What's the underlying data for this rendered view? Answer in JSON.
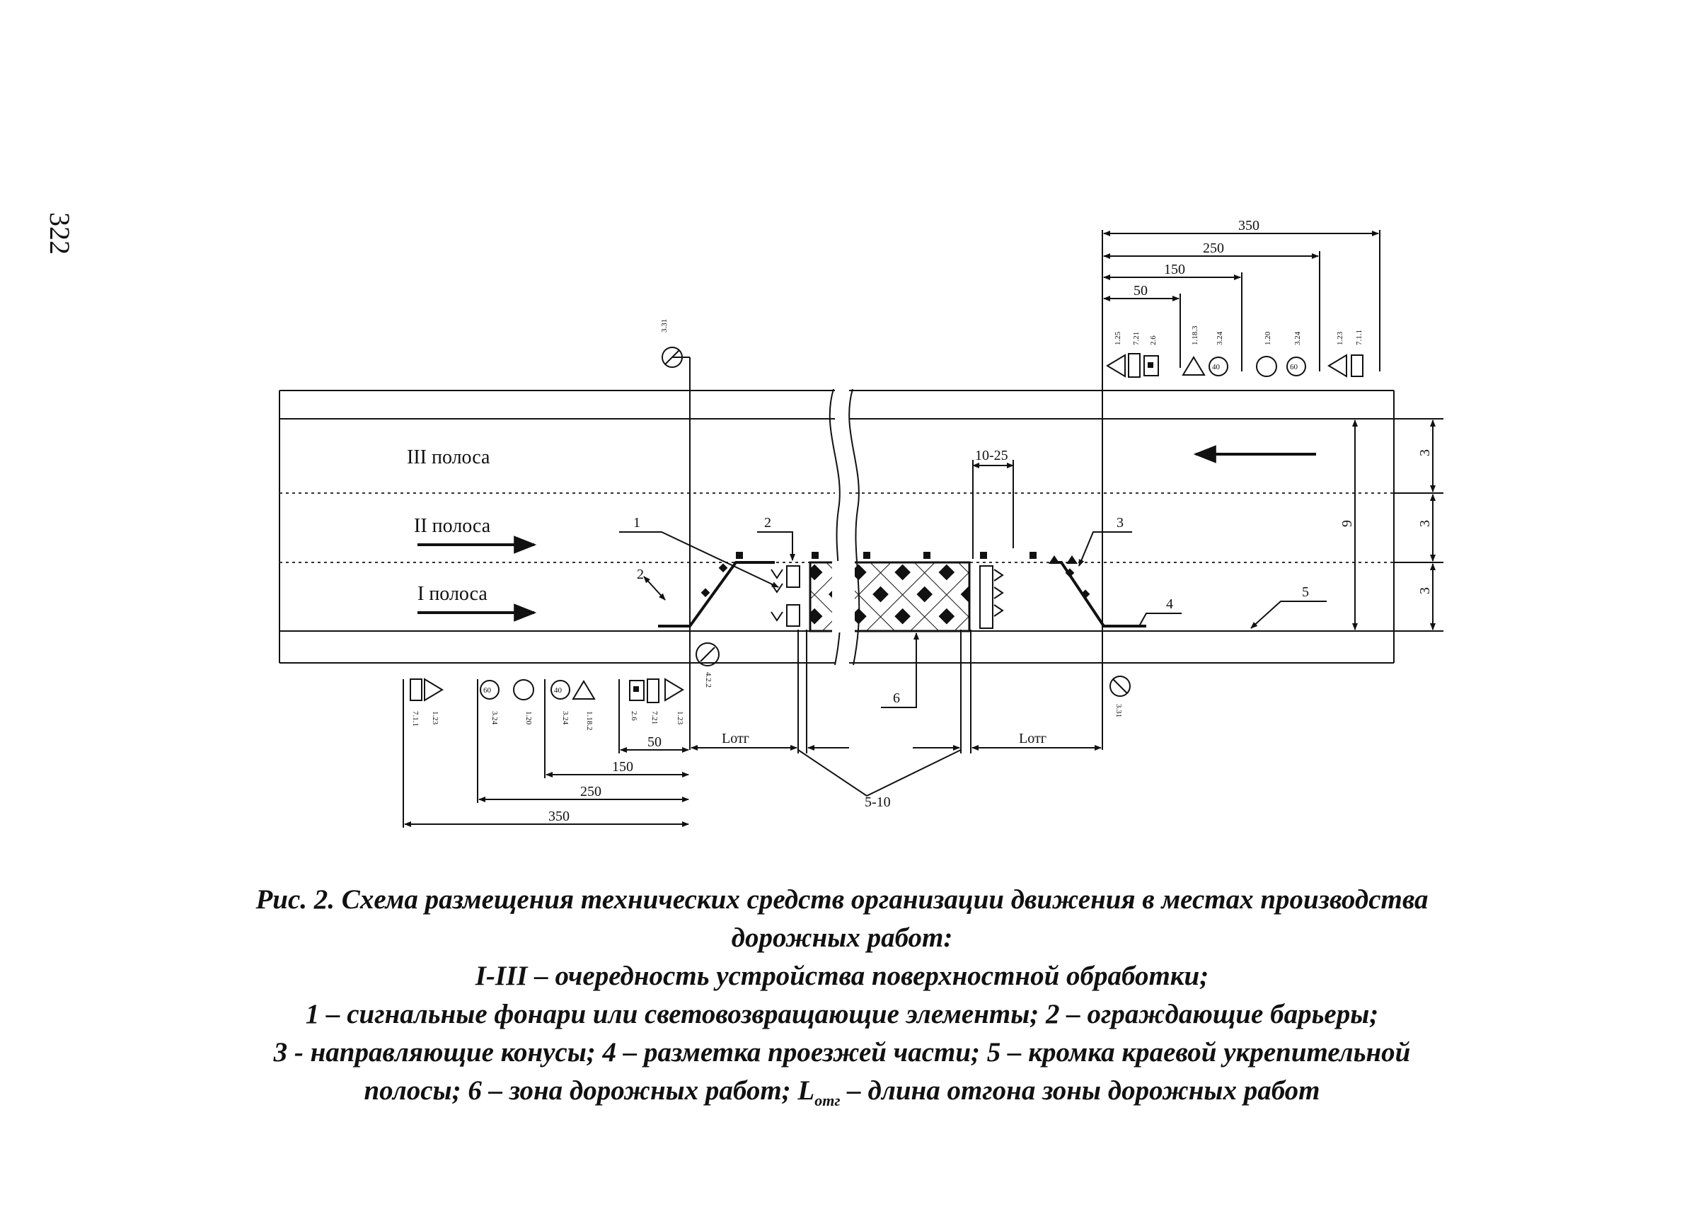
{
  "page": {
    "number": "322"
  },
  "diagram": {
    "lane_labels": [
      "III полоса",
      "II полоса",
      "I полоса"
    ],
    "callouts": [
      "1",
      "2",
      "3",
      "4",
      "5",
      "6"
    ],
    "gap_label": "10-25",
    "top_dimensions": [
      "350",
      "250",
      "150",
      "50"
    ],
    "bottom_dimensions": [
      "50",
      "150",
      "250",
      "350"
    ],
    "buffer_label": "5-10",
    "lotg_label": "Lотг",
    "right_dimensions": [
      "3",
      "3",
      "3"
    ],
    "total_width_label": "9",
    "small_offset_label": "2",
    "top_sign_codes": [
      "1.25",
      "7.21",
      "2.6",
      "1.18.3",
      "3.24",
      "1.20",
      "3.24",
      "1.23",
      "7.1.1"
    ],
    "bottom_sign_codes": [
      "7.1.1",
      "1.23",
      "3.24",
      "1.20",
      "3.24",
      "1.18.2",
      "2.6",
      "7.21",
      "1.23"
    ],
    "speed_sign_values": [
      "40",
      "60"
    ],
    "post_sign_codes": [
      "3.31",
      "4.2.2",
      "3.31"
    ]
  },
  "caption": {
    "line1": "Рис. 2. Схема размещения технических средств организации движения в местах производства",
    "line2": "дорожных работ:",
    "line3": "I-III – очередность устройства поверхностной обработки;",
    "line4": "1 – сигнальные фонари или световозвращающие элементы; 2 – ограждающие барьеры;",
    "line5": "3 - направляющие конусы; 4 – разметка проезжей части; 5 – кромка краевой укрепительной",
    "line6_before": "полосы; 6 – зона дорожных работ; L",
    "line6_sub": "отг",
    "line6_after": " – длина отгона зоны дорожных работ"
  }
}
